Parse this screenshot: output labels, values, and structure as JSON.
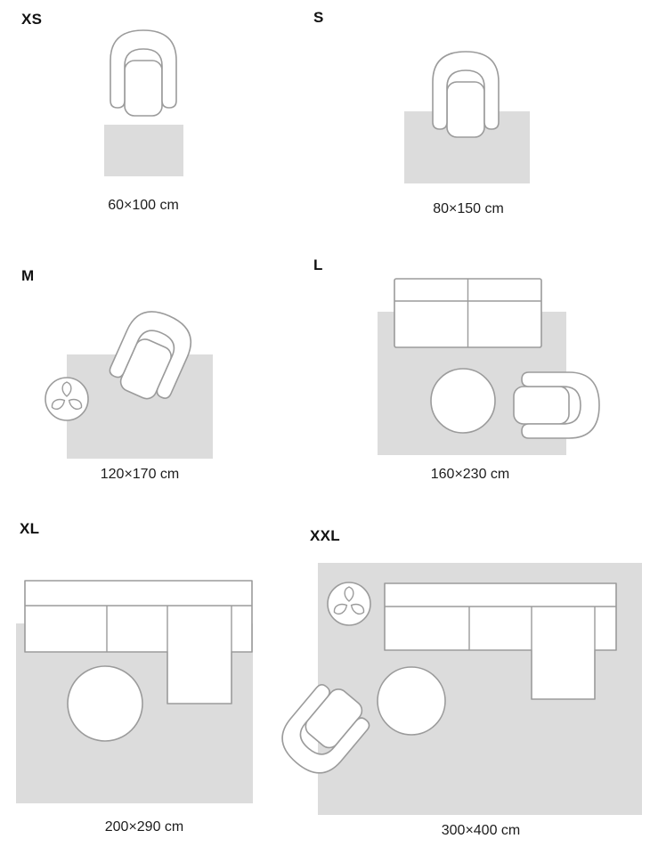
{
  "colors": {
    "background": "#ffffff",
    "rug_fill": "#dcdcdc",
    "furniture_fill": "#ffffff",
    "furniture_outline": "#9b9b9b",
    "text": "#1a1a1a"
  },
  "icons": [
    "armchair-icon",
    "sofa-icon",
    "sectional-sofa-icon",
    "coffee-table-icon",
    "plant-icon",
    "rug-shape"
  ],
  "sizes": [
    {
      "id": "xs",
      "label": "XS",
      "dimensions": "60×100 cm"
    },
    {
      "id": "s",
      "label": "S",
      "dimensions": "80×150 cm"
    },
    {
      "id": "m",
      "label": "M",
      "dimensions": "120×170 cm"
    },
    {
      "id": "l",
      "label": "L",
      "dimensions": "160×230 cm"
    },
    {
      "id": "xl",
      "label": "XL",
      "dimensions": "200×290 cm"
    },
    {
      "id": "xxl",
      "label": "XXL",
      "dimensions": "300×400 cm"
    }
  ]
}
